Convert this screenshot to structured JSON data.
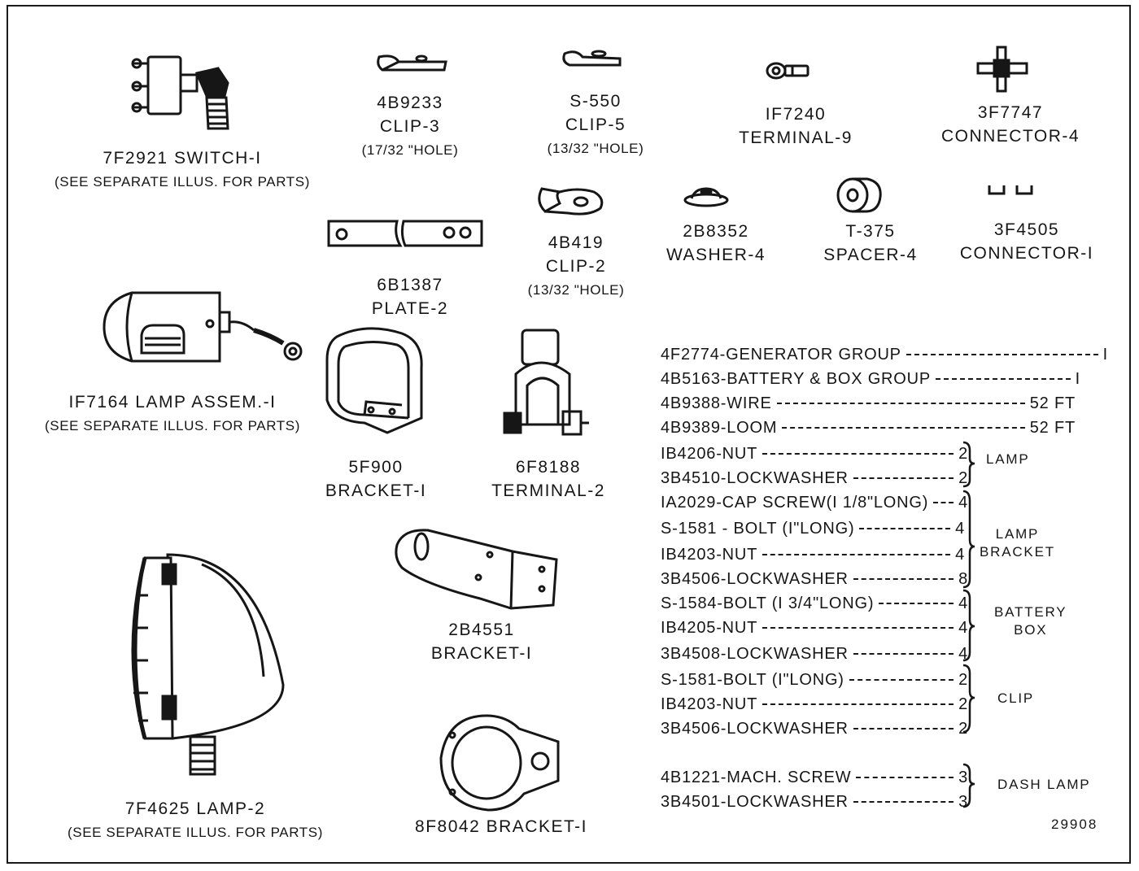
{
  "parts": [
    {
      "id": "switch",
      "lines": [
        "7F2921 SWITCH-I",
        "(SEE SEPARATE ILLUS. FOR PARTS)"
      ],
      "icon": "toggle-switch-icon"
    },
    {
      "id": "clip3",
      "lines": [
        "4B9233",
        "CLIP-3",
        "(17/32 \"HOLE)"
      ],
      "icon": "clip-icon"
    },
    {
      "id": "clip5",
      "lines": [
        "S-550",
        "CLIP-5",
        "(13/32 \"HOLE)"
      ],
      "icon": "clip-icon"
    },
    {
      "id": "terminal9",
      "lines": [
        "IF7240",
        "TERMINAL-9"
      ],
      "icon": "ring-terminal-icon"
    },
    {
      "id": "connector4",
      "lines": [
        "3F7747",
        "CONNECTOR-4"
      ],
      "icon": "cross-connector-icon"
    },
    {
      "id": "plate",
      "lines": [
        "6B1387",
        "PLATE-2"
      ],
      "icon": "plate-icon"
    },
    {
      "id": "clip2",
      "lines": [
        "4B419",
        "CLIP-2",
        "(13/32 \"HOLE)"
      ],
      "icon": "clip-icon"
    },
    {
      "id": "washer",
      "lines": [
        "2B8352",
        "WASHER-4"
      ],
      "icon": "washer-icon"
    },
    {
      "id": "spacer",
      "lines": [
        "T-375",
        "SPACER-4"
      ],
      "icon": "spacer-icon"
    },
    {
      "id": "connector1",
      "lines": [
        "3F4505",
        "CONNECTOR-I"
      ],
      "icon": "connector-icon"
    },
    {
      "id": "lampassem",
      "lines": [
        "IF7164 LAMP ASSEM.-I",
        "(SEE SEPARATE ILLUS. FOR PARTS)"
      ],
      "icon": "lamp-assembly-icon"
    },
    {
      "id": "bracket5f900",
      "lines": [
        "5F900",
        "BRACKET-I"
      ],
      "icon": "bracket-icon"
    },
    {
      "id": "terminal2",
      "lines": [
        "6F8188",
        "TERMINAL-2"
      ],
      "icon": "battery-terminal-icon"
    },
    {
      "id": "bracket2b4551",
      "lines": [
        "2B4551",
        "BRACKET-I"
      ],
      "icon": "bracket-icon"
    },
    {
      "id": "lamp2",
      "lines": [
        "7F4625 LAMP-2",
        "(SEE SEPARATE ILLUS. FOR PARTS)"
      ],
      "icon": "headlamp-icon"
    },
    {
      "id": "bracket8f8042",
      "lines": [
        "8F8042 BRACKET-I"
      ],
      "icon": "ring-bracket-icon"
    }
  ],
  "parts_list": [
    {
      "part": "4F2774-GENERATOR GROUP",
      "qty": "I"
    },
    {
      "part": "4B5163-BATTERY & BOX GROUP",
      "qty": "I"
    },
    {
      "part": "4B9388-WIRE",
      "qty": "52 FT"
    },
    {
      "part": "4B9389-LOOM",
      "qty": "52 FT"
    },
    {
      "part": "IB4206-NUT",
      "qty": "2"
    },
    {
      "part": "3B4510-LOCKWASHER",
      "qty": "2"
    },
    {
      "part": "IA2029-CAP SCREW(I 1/8\"LONG)",
      "qty": "4"
    },
    {
      "part": "S-1581 - BOLT (I\"LONG)",
      "qty": "4"
    },
    {
      "part": "IB4203-NUT",
      "qty": "4"
    },
    {
      "part": "3B4506-LOCKWASHER",
      "qty": "8"
    },
    {
      "part": "S-1584-BOLT (I 3/4\"LONG)",
      "qty": "4"
    },
    {
      "part": "IB4205-NUT",
      "qty": "4"
    },
    {
      "part": "3B4508-LOCKWASHER",
      "qty": "4"
    },
    {
      "part": "S-1581-BOLT (I\"LONG)",
      "qty": "2"
    },
    {
      "part": "IB4203-NUT",
      "qty": "2"
    },
    {
      "part": "3B4506-LOCKWASHER",
      "qty": "2"
    },
    {
      "part": "4B1221-MACH. SCREW",
      "qty": "3"
    },
    {
      "part": "3B4501-LOCKWASHER",
      "qty": "3"
    }
  ],
  "groups": [
    {
      "lines": [
        "LAMP"
      ]
    },
    {
      "lines": [
        "LAMP",
        "BRACKET"
      ]
    },
    {
      "lines": [
        "BATTERY",
        "BOX"
      ]
    },
    {
      "lines": [
        "CLIP"
      ]
    },
    {
      "lines": [
        "DASH LAMP"
      ]
    }
  ],
  "figure_number": "29908",
  "colors": {
    "ink": "#161616",
    "paper": "#ffffff"
  }
}
